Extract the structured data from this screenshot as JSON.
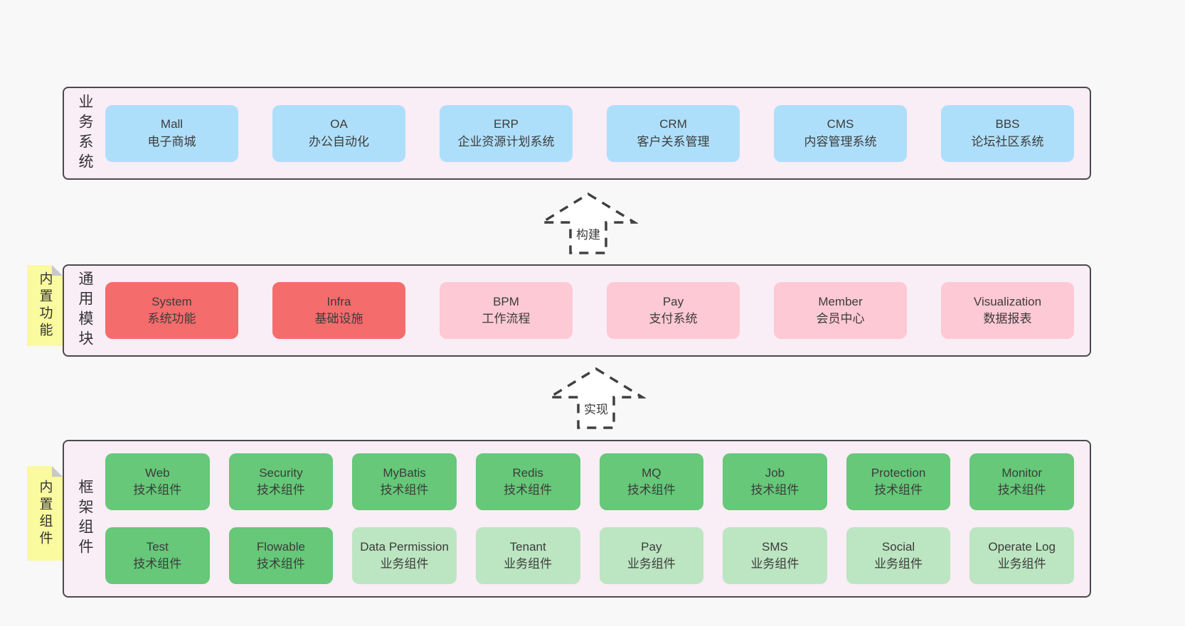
{
  "colors": {
    "page_bg": "#f8f8f8",
    "container_bg": "#f9edf6",
    "container_border": "#4a4a4a",
    "blue_box": "#aedffa",
    "red_box": "#f56c6c",
    "pink_box": "#fdc9d4",
    "green_box": "#66c878",
    "light_green_box": "#bce5c1",
    "note_yellow": "#fafa9e",
    "note_fold_gray": "#c8c8c8",
    "arrow_stroke": "#404040"
  },
  "arrows": {
    "build": "构建",
    "implement": "实现"
  },
  "business_layer": {
    "label": "业务系统",
    "boxes": [
      {
        "name": "Mall",
        "desc": "电子商城"
      },
      {
        "name": "OA",
        "desc": "办公自动化"
      },
      {
        "name": "ERP",
        "desc": "企业资源计划系统"
      },
      {
        "name": "CRM",
        "desc": "客户关系管理"
      },
      {
        "name": "CMS",
        "desc": "内容管理系统"
      },
      {
        "name": "BBS",
        "desc": "论坛社区系统"
      }
    ]
  },
  "modules_layer": {
    "label": "通用模块",
    "note": "内置功能",
    "boxes": [
      {
        "name": "System",
        "desc": "系统功能",
        "style": "red"
      },
      {
        "name": "Infra",
        "desc": "基础设施",
        "style": "red"
      },
      {
        "name": "BPM",
        "desc": "工作流程",
        "style": "pink"
      },
      {
        "name": "Pay",
        "desc": "支付系统",
        "style": "pink"
      },
      {
        "name": "Member",
        "desc": "会员中心",
        "style": "pink"
      },
      {
        "name": "Visualization",
        "desc": "数据报表",
        "style": "pink"
      }
    ]
  },
  "components_layer": {
    "label": "框架组件",
    "note": "内置组件",
    "row1": [
      {
        "name": "Web",
        "desc": "技术组件",
        "style": "green"
      },
      {
        "name": "Security",
        "desc": "技术组件",
        "style": "green"
      },
      {
        "name": "MyBatis",
        "desc": "技术组件",
        "style": "green"
      },
      {
        "name": "Redis",
        "desc": "技术组件",
        "style": "green"
      },
      {
        "name": "MQ",
        "desc": "技术组件",
        "style": "green"
      },
      {
        "name": "Job",
        "desc": "技术组件",
        "style": "green"
      },
      {
        "name": "Protection",
        "desc": "技术组件",
        "style": "green"
      },
      {
        "name": "Monitor",
        "desc": "技术组件",
        "style": "green"
      }
    ],
    "row2": [
      {
        "name": "Test",
        "desc": "技术组件",
        "style": "green"
      },
      {
        "name": "Flowable",
        "desc": "技术组件",
        "style": "green"
      },
      {
        "name": "Data Permission",
        "desc": "业务组件",
        "style": "light-green"
      },
      {
        "name": "Tenant",
        "desc": "业务组件",
        "style": "light-green"
      },
      {
        "name": "Pay",
        "desc": "业务组件",
        "style": "light-green"
      },
      {
        "name": "SMS",
        "desc": "业务组件",
        "style": "light-green"
      },
      {
        "name": "Social",
        "desc": "业务组件",
        "style": "light-green"
      },
      {
        "name": "Operate Log",
        "desc": "业务组件",
        "style": "light-green"
      }
    ]
  }
}
